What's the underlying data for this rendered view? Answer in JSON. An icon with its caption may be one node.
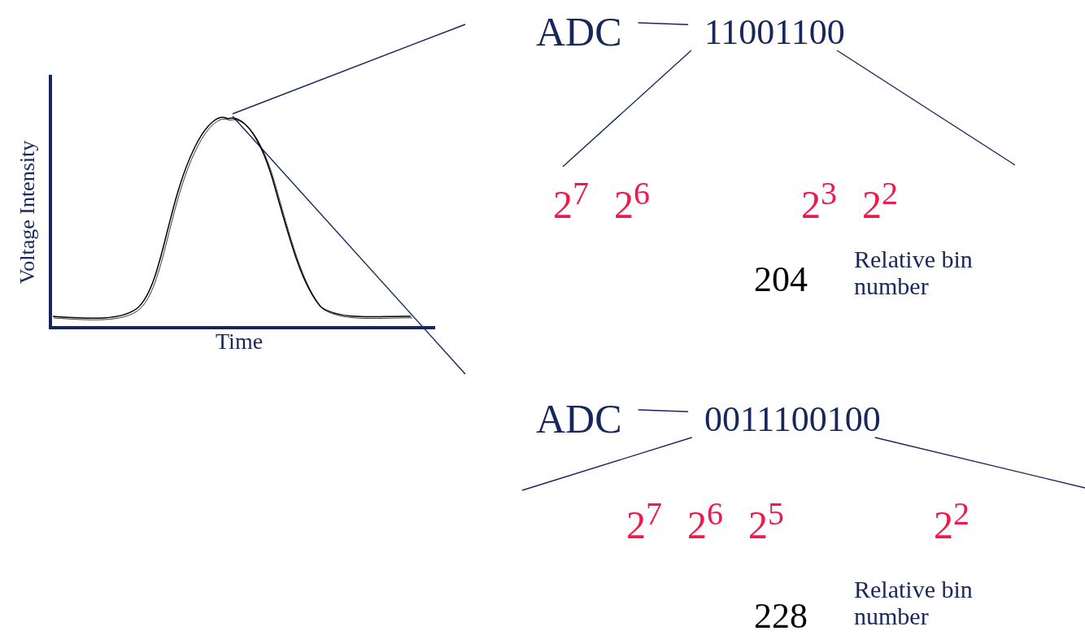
{
  "diagram": {
    "nodes": [
      {
        "text": [],
        "shape": "picture",
        "beside": [
          "Voltage Intensity",
          "Time"
        ]
      },
      {
        "text": [
          "ADC"
        ]
      },
      {
        "text": [
          "11001100"
        ]
      },
      {
        "text": [
          "ADC"
        ]
      },
      {
        "text": [
          "0011100100"
        ]
      }
    ],
    "edges": [
      {
        "from": 0,
        "to": null,
        "arrow": "none"
      },
      {
        "from": 0,
        "to": null,
        "arrow": "none"
      },
      {
        "from": 1,
        "to": 2,
        "arrow": "none"
      },
      {
        "from": 2,
        "to": null,
        "arrow": "none"
      },
      {
        "from": 2,
        "to": null,
        "arrow": "none"
      },
      {
        "from": 3,
        "to": 4,
        "arrow": "none"
      },
      {
        "from": 4,
        "to": null,
        "arrow": "none"
      },
      {
        "from": 4,
        "to": null,
        "arrow": "none"
      }
    ],
    "labels": [
      "2$^{7}$",
      "2$^{6}$",
      "2$^{3}$",
      "2$^{2}$",
      "204",
      "Relative bin number",
      "2$^{7}$",
      "2$^{6}$",
      "2$^{5}$",
      "2$^{2}$",
      "228",
      "Relative bin number"
    ]
  }
}
